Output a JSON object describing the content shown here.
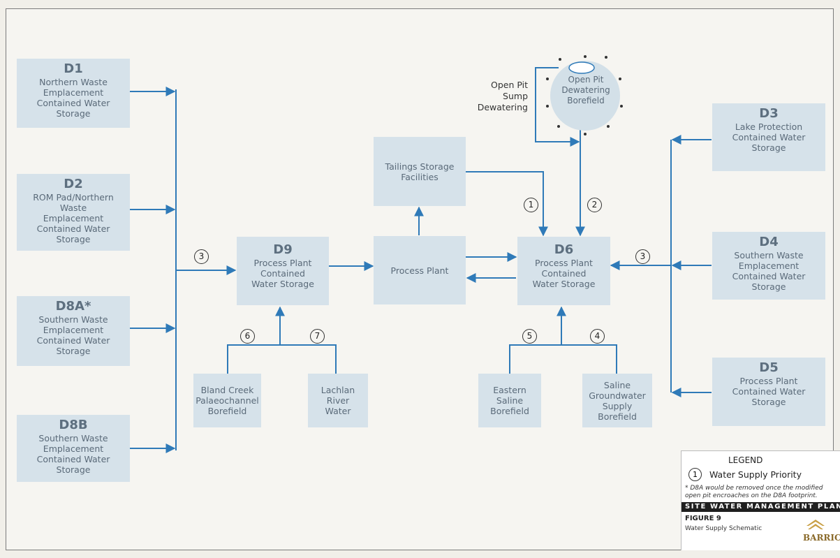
{
  "boxes": {
    "d1": {
      "code": "D1",
      "desc": "Northern Waste\nEmplacement\nContained Water\nStorage"
    },
    "d2": {
      "code": "D2",
      "desc": "ROM Pad/Northern\nWaste\nEmplacement\nContained Water\nStorage"
    },
    "d8a": {
      "code": "D8A*",
      "desc": "Southern Waste\nEmplacement\nContained Water\nStorage"
    },
    "d8b": {
      "code": "D8B",
      "desc": "Southern Waste\nEmplacement\nContained Water\nStorage"
    },
    "d9": {
      "code": "D9",
      "desc": "Process Plant\nContained\nWater Storage"
    },
    "process_plant": {
      "desc": "Process Plant"
    },
    "tailings": {
      "desc": "Tailings Storage\nFacilities"
    },
    "d6": {
      "code": "D6",
      "desc": "Process Plant\nContained\nWater Storage"
    },
    "d3": {
      "code": "D3",
      "desc": "Lake Protection\nContained Water\nStorage"
    },
    "d4": {
      "code": "D4",
      "desc": "Southern Waste\nEmplacement\nContained Water\nStorage"
    },
    "d5": {
      "code": "D5",
      "desc": "Process Plant\nContained Water\nStorage"
    },
    "bland_creek": {
      "desc": "Bland Creek\nPalaeochannel\nBorefield"
    },
    "lachlan": {
      "desc": "Lachlan\nRiver\nWater"
    },
    "eastern_saline": {
      "desc": "Eastern\nSaline\nBorefield"
    },
    "saline_gw": {
      "desc": "Saline\nGroundwater\nSupply\nBorefield"
    }
  },
  "dewatering_borefield": "Open Pit\nDewatering\nBorefield",
  "sump_label": "Open Pit\nSump\nDewatering",
  "priorities": {
    "p1": "1",
    "p2": "2",
    "p3_left": "3",
    "p3_right": "3",
    "p4": "4",
    "p5": "5",
    "p6": "6",
    "p7": "7"
  },
  "legend": {
    "title": "LEGEND",
    "symbol": "1",
    "item": "Water Supply Priority",
    "note": "* D8A would be removed once the modified open pit encroaches on the D8A footprint.",
    "band": "SITE WATER MANAGEMENT PLAN",
    "figure": "FIGURE 9",
    "figure_sub": "Water Supply Schematic",
    "brand": "BARRICK"
  },
  "colors": {
    "box": "#d6e2ea",
    "arrow": "#2f7ab8",
    "brand": "#c9a046"
  }
}
